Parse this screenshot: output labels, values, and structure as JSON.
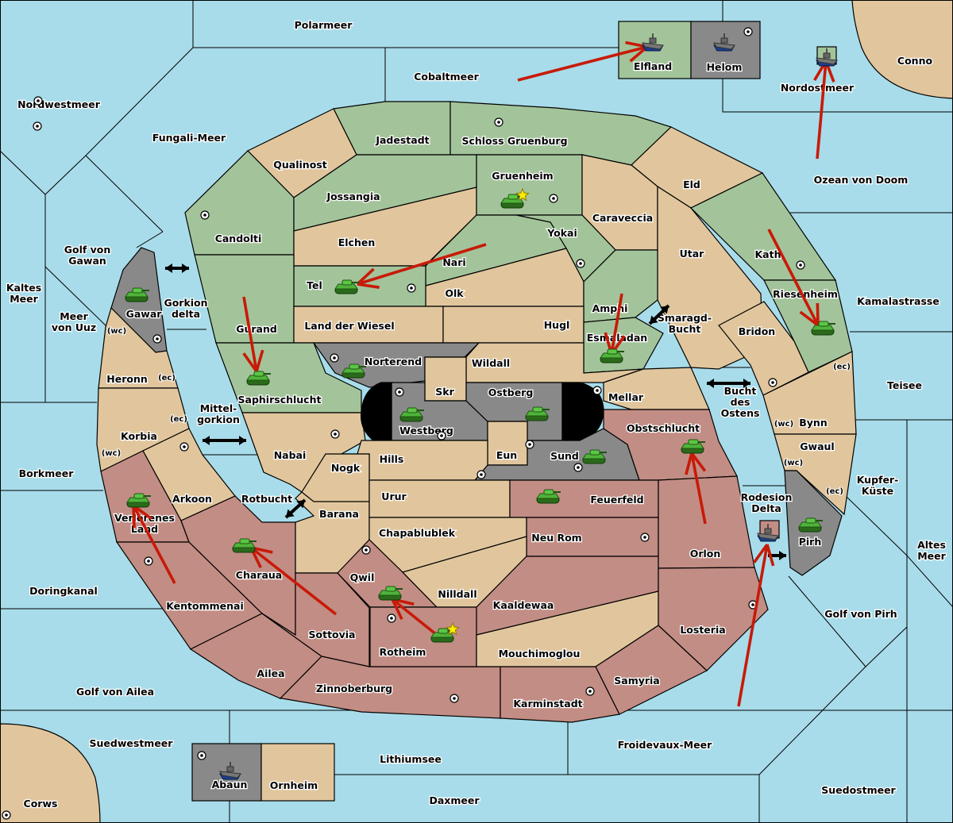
{
  "map": {
    "title": "Diplomacy variant map",
    "colors": {
      "sea": "#a8dcea",
      "neutral": "#e1c69d",
      "green_power": "#a3c49a",
      "red_power": "#c28d84",
      "gray_power": "#898989",
      "order_arrow": "#c81a08",
      "star": "#ffee00"
    },
    "seas": [
      {
        "id": "polarmeer",
        "name": "Polarmeer"
      },
      {
        "id": "cobaltmeer",
        "name": "Cobaltmeer"
      },
      {
        "id": "nordwestmeer",
        "name": "Nordwestmeer"
      },
      {
        "id": "fungali",
        "name": "Fungali-Meer"
      },
      {
        "id": "nordostmeer",
        "name": "Nordostmeer"
      },
      {
        "id": "ozean",
        "name": "Ozean von Doom"
      },
      {
        "id": "gawan",
        "name": "Golf von\nGawan"
      },
      {
        "id": "kaltes",
        "name": "Kaltes\nMeer"
      },
      {
        "id": "uuz",
        "name": "Meer\nvon Uuz"
      },
      {
        "id": "gorkiondelta",
        "name": "Gorkion\ndelta"
      },
      {
        "id": "mittelgorkion",
        "name": "Mittel-\ngorkion"
      },
      {
        "id": "borkmeer",
        "name": "Borkmeer"
      },
      {
        "id": "rotbucht",
        "name": "Rotbucht"
      },
      {
        "id": "doringkanal",
        "name": "Doringkanal"
      },
      {
        "id": "ailea_gulf",
        "name": "Golf von Ailea"
      },
      {
        "id": "suedwestmeer",
        "name": "Suedwestmeer"
      },
      {
        "id": "lithiumsee",
        "name": "Lithiumsee"
      },
      {
        "id": "daxmeer",
        "name": "Daxmeer"
      },
      {
        "id": "froidevaux",
        "name": "Froidevaux-Meer"
      },
      {
        "id": "suedostmeer",
        "name": "Suedostmeer"
      },
      {
        "id": "pirh_gulf",
        "name": "Golf von Pirh"
      },
      {
        "id": "altes",
        "name": "Altes\nMeer"
      },
      {
        "id": "kupfer",
        "name": "Kupfer-\nKüste"
      },
      {
        "id": "teisee",
        "name": "Teisee"
      },
      {
        "id": "kamalastrasse",
        "name": "Kamalastrasse"
      },
      {
        "id": "smaragd",
        "name": "Smaragd-\nBucht"
      },
      {
        "id": "bucht_ostens",
        "name": "Bucht\ndes\nOstens"
      },
      {
        "id": "rodesion",
        "name": "Rodesion\nDelta"
      }
    ],
    "lands": [
      {
        "id": "jadestadt",
        "name": "Jadestadt",
        "owner": "green"
      },
      {
        "id": "schloss",
        "name": "Schloss Gruenburg",
        "owner": "green"
      },
      {
        "id": "qualinost",
        "name": "Qualinost",
        "owner": "neutral"
      },
      {
        "id": "jossangia",
        "name": "Jossangia",
        "owner": "green"
      },
      {
        "id": "gruenheim",
        "name": "Gruenheim",
        "owner": "green"
      },
      {
        "id": "eld",
        "name": "Eld",
        "owner": "neutral"
      },
      {
        "id": "caraveccia",
        "name": "Caraveccia",
        "owner": "neutral"
      },
      {
        "id": "candolti",
        "name": "Candolti",
        "owner": "green"
      },
      {
        "id": "elchen",
        "name": "Elchen",
        "owner": "neutral"
      },
      {
        "id": "yokai",
        "name": "Yokai",
        "owner": "green"
      },
      {
        "id": "nari",
        "name": "Nari",
        "owner": "green"
      },
      {
        "id": "utar",
        "name": "Utar",
        "owner": "neutral"
      },
      {
        "id": "kath",
        "name": "Kath",
        "owner": "green"
      },
      {
        "id": "tel",
        "name": "Tel",
        "owner": "green"
      },
      {
        "id": "olk",
        "name": "Olk",
        "owner": "neutral"
      },
      {
        "id": "amphi",
        "name": "Amphi",
        "owner": "green"
      },
      {
        "id": "riesenheim",
        "name": "Riesenheim",
        "owner": "green"
      },
      {
        "id": "gurand",
        "name": "Gurand",
        "owner": "green"
      },
      {
        "id": "wiesel",
        "name": "Land der Wiesel",
        "owner": "neutral"
      },
      {
        "id": "hugl",
        "name": "Hugl",
        "owner": "neutral"
      },
      {
        "id": "esmaladan",
        "name": "Esmaladan",
        "owner": "green"
      },
      {
        "id": "bridon",
        "name": "Bridon",
        "owner": "neutral"
      },
      {
        "id": "gawar",
        "name": "Gawar",
        "owner": "gray"
      },
      {
        "id": "heronn",
        "name": "Heronn",
        "owner": "neutral"
      },
      {
        "id": "norterend",
        "name": "Norterend",
        "owner": "gray"
      },
      {
        "id": "wildall",
        "name": "Wildall",
        "owner": "neutral"
      },
      {
        "id": "skr",
        "name": "Skr",
        "owner": "neutral"
      },
      {
        "id": "ostberg",
        "name": "Ostberg",
        "owner": "gray"
      },
      {
        "id": "westberg",
        "name": "Westberg",
        "owner": "gray"
      },
      {
        "id": "mellar",
        "name": "Mellar",
        "owner": "neutral"
      },
      {
        "id": "saphirschlucht",
        "name": "Saphirschlucht",
        "owner": "green"
      },
      {
        "id": "obstschlucht",
        "name": "Obstschlucht",
        "owner": "red"
      },
      {
        "id": "bynn",
        "name": "Bynn",
        "owner": "neutral"
      },
      {
        "id": "korbia",
        "name": "Korbia",
        "owner": "neutral"
      },
      {
        "id": "nabai",
        "name": "Nabai",
        "owner": "neutral"
      },
      {
        "id": "hills",
        "name": "Hills",
        "owner": "neutral"
      },
      {
        "id": "eun",
        "name": "Eun",
        "owner": "neutral"
      },
      {
        "id": "sund",
        "name": "Sund",
        "owner": "gray"
      },
      {
        "id": "gwaul",
        "name": "Gwaul",
        "owner": "neutral"
      },
      {
        "id": "nogk",
        "name": "Nogk",
        "owner": "neutral"
      },
      {
        "id": "arkoon",
        "name": "Arkoon",
        "owner": "neutral"
      },
      {
        "id": "urur",
        "name": "Urur",
        "owner": "neutral"
      },
      {
        "id": "feuerfeld",
        "name": "Feuerfeld",
        "owner": "red"
      },
      {
        "id": "verlorenes",
        "name": "Verlorenes\nLand",
        "owner": "red"
      },
      {
        "id": "barana",
        "name": "Barana",
        "owner": "neutral"
      },
      {
        "id": "pirh",
        "name": "Pirh",
        "owner": "gray"
      },
      {
        "id": "chapablublek",
        "name": "Chapablublek",
        "owner": "neutral"
      },
      {
        "id": "neurom",
        "name": "Neu Rom",
        "owner": "red"
      },
      {
        "id": "orlon",
        "name": "Orlon",
        "owner": "red"
      },
      {
        "id": "charaua",
        "name": "Charaua",
        "owner": "red"
      },
      {
        "id": "qwil",
        "name": "Qwil",
        "owner": "red"
      },
      {
        "id": "nilldall",
        "name": "Nilldall",
        "owner": "neutral"
      },
      {
        "id": "kentommenai",
        "name": "Kentommenai",
        "owner": "red"
      },
      {
        "id": "kaaldewaa",
        "name": "Kaaldewaa",
        "owner": "red"
      },
      {
        "id": "sottovia",
        "name": "Sottovia",
        "owner": "red"
      },
      {
        "id": "losteria",
        "name": "Losteria",
        "owner": "red"
      },
      {
        "id": "rotheim",
        "name": "Rotheim",
        "owner": "red"
      },
      {
        "id": "mouchimoglou",
        "name": "Mouchimoglou",
        "owner": "neutral"
      },
      {
        "id": "ailea",
        "name": "Ailea",
        "owner": "red"
      },
      {
        "id": "samyria",
        "name": "Samyria",
        "owner": "red"
      },
      {
        "id": "zinnoberburg",
        "name": "Zinnoberburg",
        "owner": "red"
      },
      {
        "id": "karminstadt",
        "name": "Karminstadt",
        "owner": "red"
      },
      {
        "id": "elfland",
        "name": "Elfland",
        "owner": "green"
      },
      {
        "id": "helom",
        "name": "Helom",
        "owner": "gray"
      },
      {
        "id": "conno",
        "name": "Conno",
        "owner": "neutral"
      },
      {
        "id": "abaun",
        "name": "Abaun",
        "owner": "gray"
      },
      {
        "id": "ornheim",
        "name": "Ornheim",
        "owner": "neutral"
      },
      {
        "id": "corws",
        "name": "Corws",
        "owner": "neutral"
      }
    ],
    "coast_markers": [
      {
        "region": "gawar_heronn",
        "label": "(wc)"
      },
      {
        "region": "heronn",
        "label": "(ec)"
      },
      {
        "region": "korbia_e",
        "label": "(ec)"
      },
      {
        "region": "korbia_w",
        "label": "(wc)"
      },
      {
        "region": "riesenheim_bynn",
        "label": "(ec)"
      },
      {
        "region": "bynn",
        "label": "(wc)"
      },
      {
        "region": "gwaul",
        "label": "(wc)"
      },
      {
        "region": "pirh",
        "label": "(ec)"
      }
    ],
    "units": [
      {
        "type": "fleet",
        "location": "Elfland"
      },
      {
        "type": "fleet",
        "location": "Helom"
      },
      {
        "type": "fleet",
        "location": "Nordostmeer"
      },
      {
        "type": "army",
        "location": "Gruenheim",
        "star": true
      },
      {
        "type": "army",
        "location": "Gawar"
      },
      {
        "type": "army",
        "location": "Tel"
      },
      {
        "type": "army",
        "location": "Saphirschlucht"
      },
      {
        "type": "army",
        "location": "Norterend"
      },
      {
        "type": "army",
        "location": "Westberg"
      },
      {
        "type": "army",
        "location": "Ostberg"
      },
      {
        "type": "army",
        "location": "Sund"
      },
      {
        "type": "army",
        "location": "Esmaladan"
      },
      {
        "type": "army",
        "location": "Riesenheim"
      },
      {
        "type": "army",
        "location": "Obstschlucht"
      },
      {
        "type": "army",
        "location": "Pirh"
      },
      {
        "type": "army",
        "location": "Feuerfeld"
      },
      {
        "type": "army",
        "location": "Verlorenes Land"
      },
      {
        "type": "army",
        "location": "Charaua"
      },
      {
        "type": "army",
        "location": "Qwil"
      },
      {
        "type": "army",
        "location": "Rotheim",
        "star": true
      },
      {
        "type": "fleet",
        "location": "Rodesion Delta"
      },
      {
        "type": "fleet",
        "location": "Abaun"
      }
    ],
    "orders": [
      {
        "from": "Cobaltmeer",
        "to": "Elfland"
      },
      {
        "from": "Ozean von Doom",
        "to": "Nordostmeer"
      },
      {
        "from": "Nari",
        "to": "Tel"
      },
      {
        "from": "Gurand",
        "to": "Saphirschlucht"
      },
      {
        "from": "Amphi",
        "to": "Esmaladan"
      },
      {
        "from": "Kath",
        "to": "Riesenheim"
      },
      {
        "from": "Orlon",
        "to": "Obstschlucht"
      },
      {
        "from": "Froidevaux-Meer",
        "to": "Rodesion Delta"
      },
      {
        "from": "Kentommenai",
        "to": "Verlorenes Land"
      },
      {
        "from": "Sottovia",
        "to": "Charaua"
      },
      {
        "from": "Rotheim",
        "to": "Qwil"
      }
    ],
    "passages": [
      "Golf von Gawan - Gorkion delta",
      "Mittelgorkion",
      "Rotbucht",
      "Smaragd-Bucht",
      "Bucht des Ostens",
      "Rodesion Delta - Pirh"
    ]
  }
}
